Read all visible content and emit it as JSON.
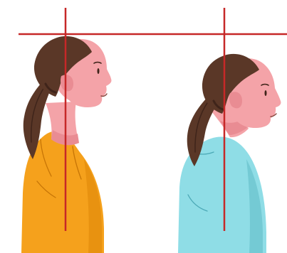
{
  "colors": {
    "background": "#ffffff",
    "guide_line": "#c62828",
    "skin": "#f4a3a8",
    "skin_shadow": "#e98c93",
    "hair": "#5a3727",
    "hair_dark": "#3f241a",
    "shirt_left": "#f5a11c",
    "shirt_left_shadow": "#dd8608",
    "shirt_right": "#8fdde6",
    "shirt_right_shadow": "#6dc6d0",
    "outline": "#8a4a41"
  },
  "figures": [
    {
      "id": "correct-posture",
      "shirt": "orange"
    },
    {
      "id": "forward-head-posture",
      "shirt": "blue"
    }
  ],
  "guides": [
    "horizontal-head-line",
    "vertical-line-left",
    "vertical-line-right"
  ]
}
